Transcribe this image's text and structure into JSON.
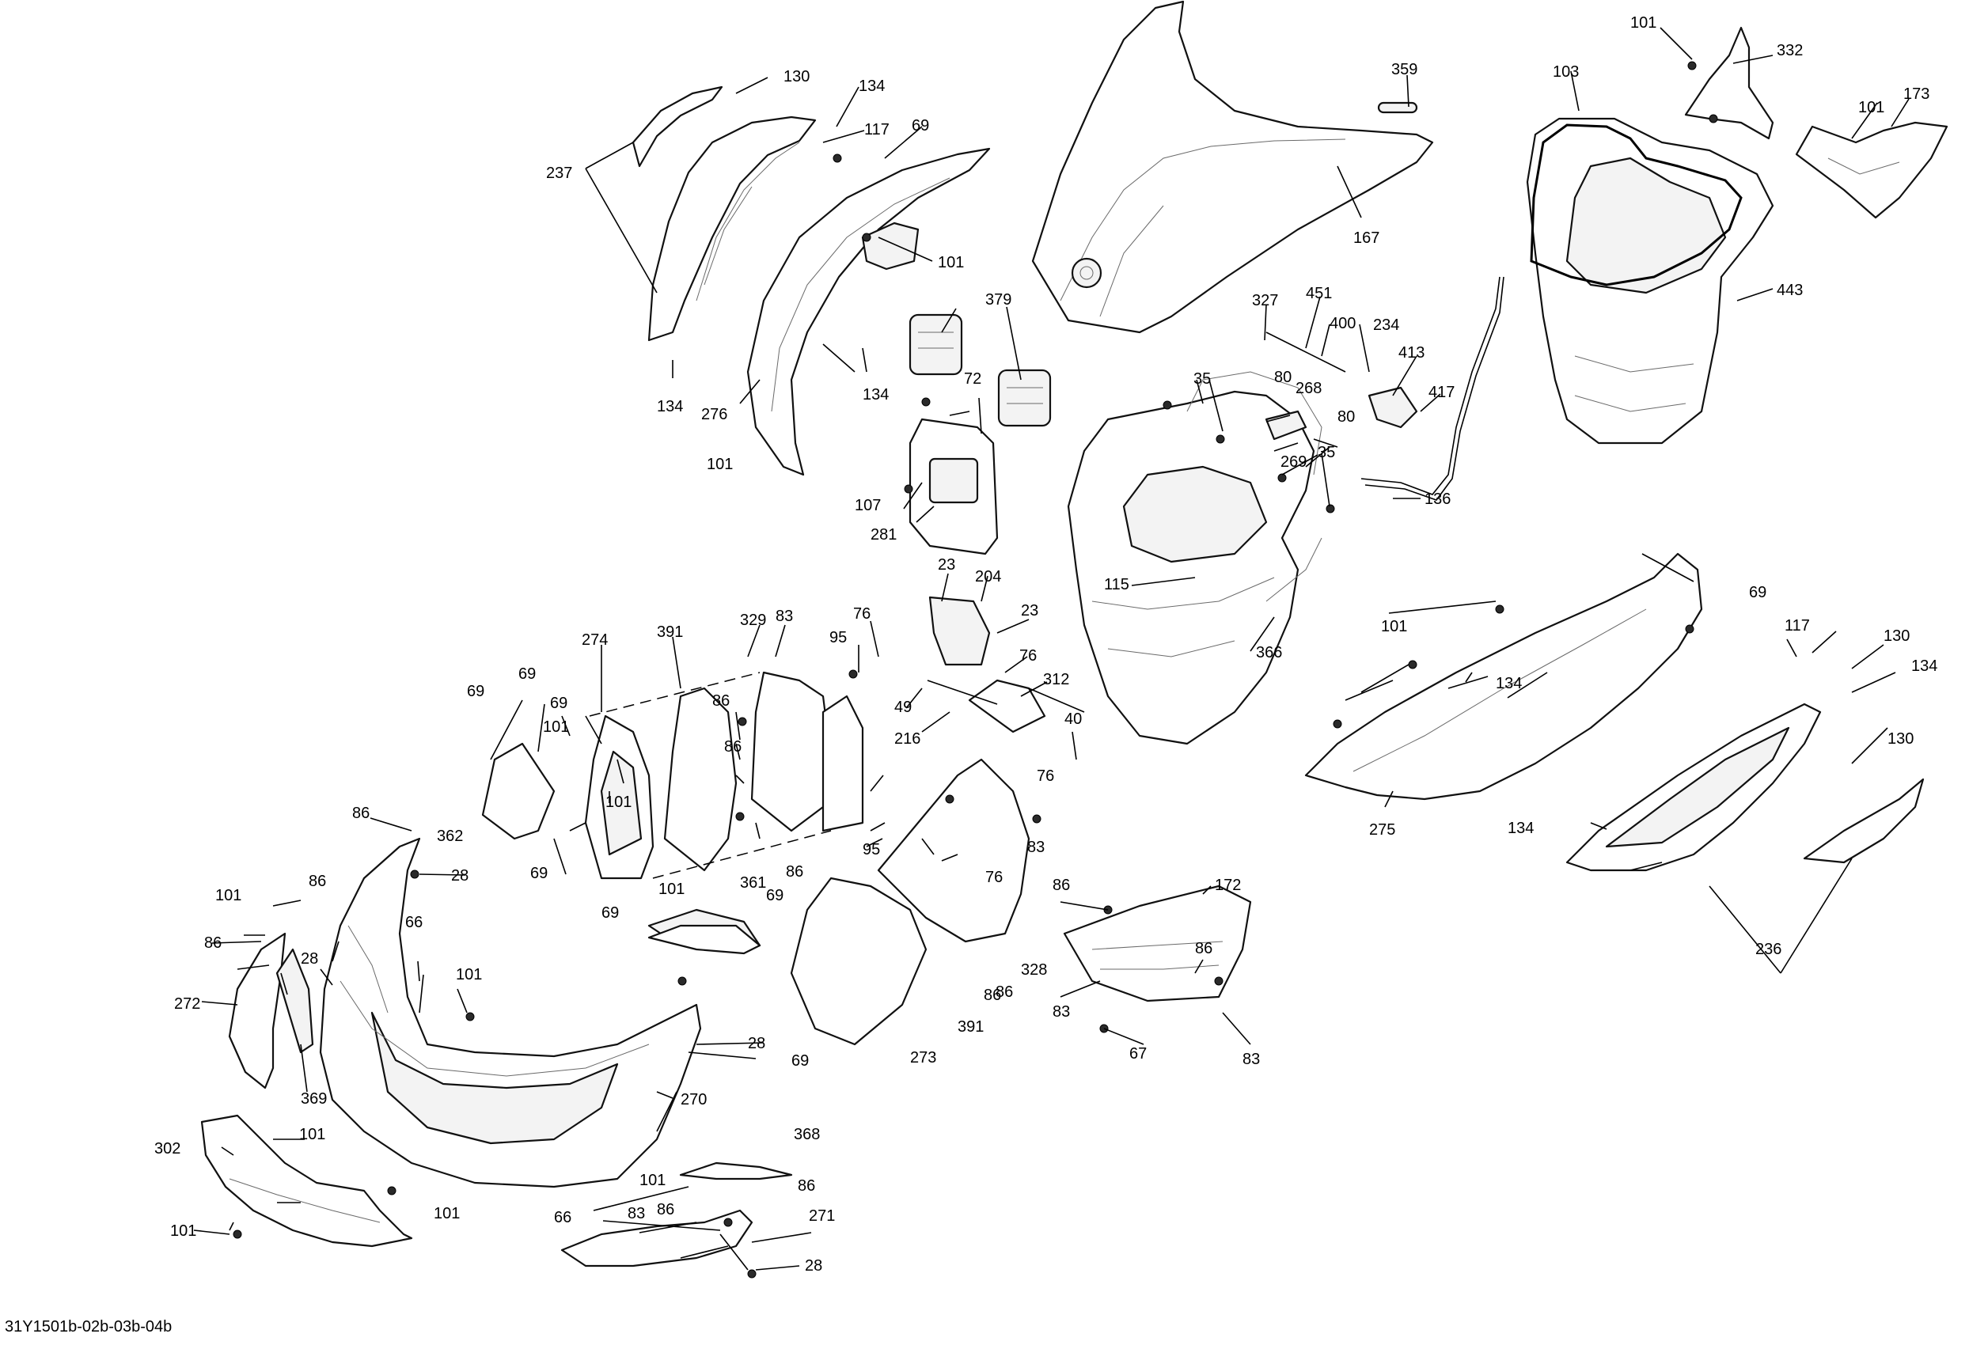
{
  "diagram": {
    "code": "31Y1501b-02b-03b-04b",
    "callouts": [
      "130",
      "134",
      "117",
      "69",
      "237",
      "101",
      "134",
      "276",
      "101",
      "134",
      "379",
      "72",
      "107",
      "281",
      "359",
      "167",
      "101",
      "332",
      "103",
      "101",
      "173",
      "443",
      "327",
      "451",
      "400",
      "234",
      "413",
      "417",
      "35",
      "268",
      "80",
      "80",
      "269",
      "35",
      "136",
      "115",
      "366",
      "23",
      "204",
      "23",
      "76",
      "312",
      "49",
      "216",
      "40",
      "76",
      "95",
      "76",
      "329",
      "83",
      "391",
      "274",
      "69",
      "69",
      "101",
      "69",
      "86",
      "86",
      "101",
      "362",
      "69",
      "95",
      "86",
      "86",
      "28",
      "101",
      "86",
      "86",
      "28",
      "272",
      "66",
      "101",
      "369",
      "28",
      "270",
      "101",
      "69",
      "361",
      "69",
      "83",
      "76",
      "86",
      "273",
      "391",
      "86",
      "328",
      "69",
      "86",
      "172",
      "86",
      "83",
      "67",
      "83",
      "101",
      "69",
      "117",
      "130",
      "134",
      "134",
      "275",
      "130",
      "134",
      "236",
      "302",
      "101",
      "101",
      "101",
      "368",
      "101",
      "86",
      "66",
      "83",
      "86",
      "271",
      "28"
    ]
  },
  "colors": {
    "line": "#111111",
    "text": "#000000",
    "background": "#ffffff"
  }
}
